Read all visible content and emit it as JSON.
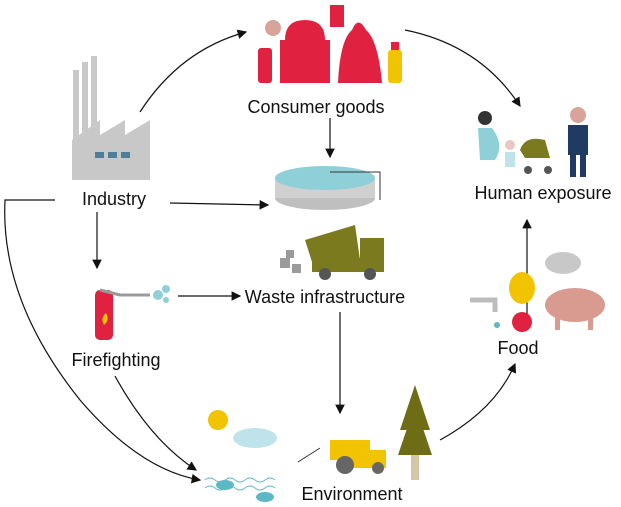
{
  "nodes": {
    "consumer_goods": "Consumer goods",
    "industry": "Industry",
    "waste_infrastructure": "Waste infrastructure",
    "firefighting": "Firefighting",
    "environment": "Environment",
    "food": "Food",
    "human_exposure": "Human exposure"
  },
  "colors": {
    "consumer_red": "#e0213f",
    "industry_gray": "#c8c8c8",
    "waste_olive": "#7c7a1f",
    "environment_yellow": "#f2c300",
    "fish_teal": "#5bb8c4",
    "tree_olive": "#6f6c16",
    "pig_pink": "#d99a8f"
  }
}
